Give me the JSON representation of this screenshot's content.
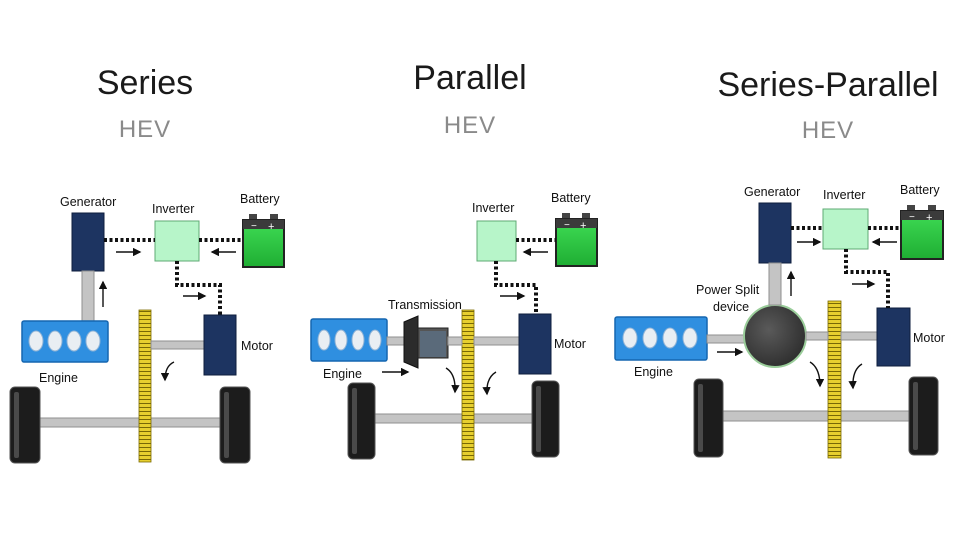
{
  "panels": [
    {
      "title": "Series",
      "subtitle": "HEV",
      "labels": {
        "generator": "Generator",
        "inverter": "Inverter",
        "battery": "Battery",
        "motor": "Motor",
        "engine": "Engine"
      }
    },
    {
      "title": "Parallel",
      "subtitle": "HEV",
      "labels": {
        "inverter": "Inverter",
        "battery": "Battery",
        "transmission": "Transmission",
        "motor": "Motor",
        "engine": "Engine"
      }
    },
    {
      "title": "Series-Parallel",
      "subtitle": "HEV",
      "labels": {
        "generator": "Generator",
        "inverter": "Inverter",
        "battery": "Battery",
        "power_split_line1": "Power Split",
        "power_split_line2": "device",
        "motor": "Motor",
        "engine": "Engine"
      }
    }
  ],
  "battery_terminals": {
    "minus": "−",
    "plus": "+"
  },
  "colors": {
    "navy": "#1d3461",
    "mint": "#b7f5c9",
    "battery_green": "#2ecc40",
    "engine_blue": "#2f8fe0",
    "gear_yellow": "#e7cf2f"
  }
}
